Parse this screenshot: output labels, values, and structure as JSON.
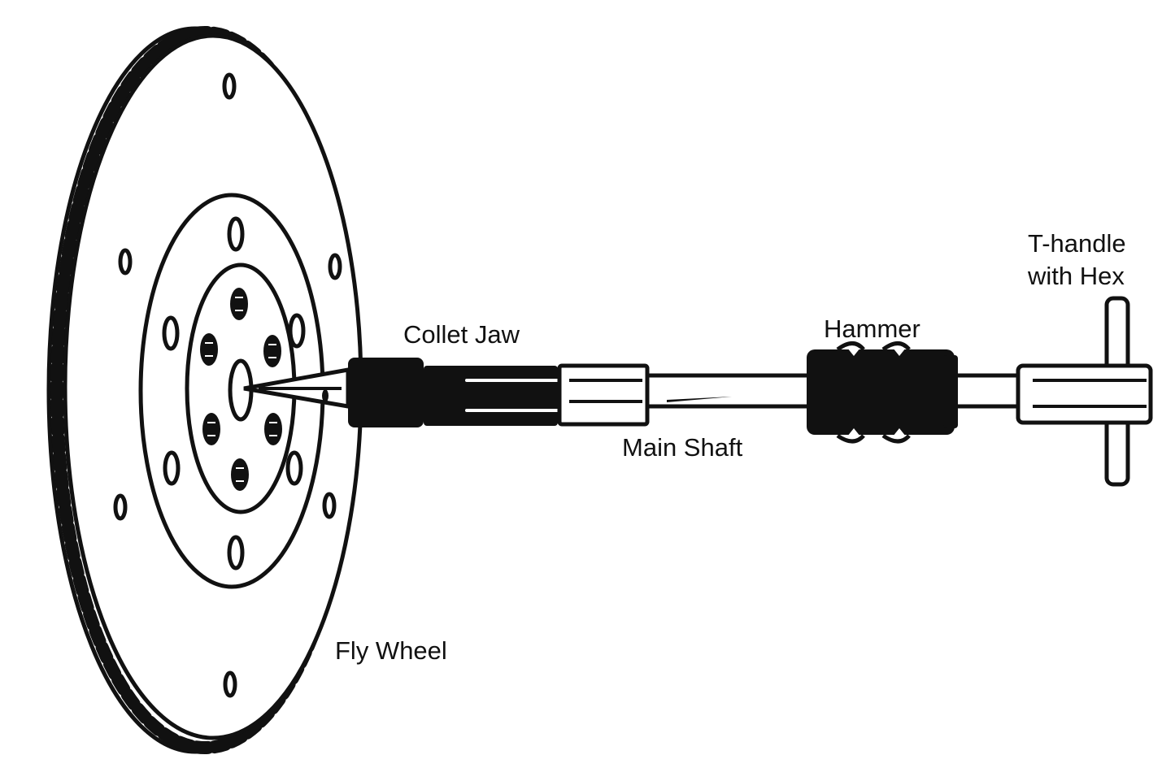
{
  "labels": {
    "collet_jaw": "Collet Jaw",
    "hammer": "Hammer",
    "main_shaft": "Main Shaft",
    "fly_wheel": "Fly Wheel",
    "t_handle_line1": "T-handle",
    "t_handle_line2": "with Hex"
  },
  "colors": {
    "ink": "#111111",
    "paper": "#ffffff"
  }
}
